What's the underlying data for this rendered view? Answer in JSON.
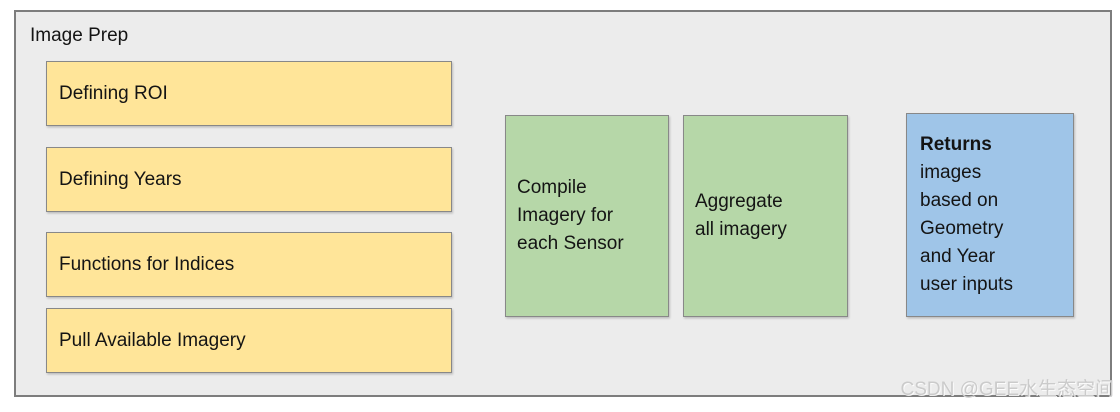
{
  "diagram": {
    "title": "Image Prep",
    "steps": [
      {
        "label": "Defining ROI"
      },
      {
        "label": "Defining Years"
      },
      {
        "label": "Functions for Indices"
      },
      {
        "label": "Pull Available Imagery"
      }
    ],
    "process": [
      {
        "lines": [
          "Compile",
          "Imagery for",
          "each Sensor"
        ]
      },
      {
        "lines": [
          "Aggregate",
          "all imagery"
        ]
      }
    ],
    "output": {
      "bold": "Returns",
      "lines": [
        "images",
        "based on",
        "Geometry",
        "and Year",
        "user inputs"
      ]
    },
    "watermark": "CSDN @GEE水生态空间",
    "colors": {
      "step_fill": "#ffe599",
      "process_fill": "#b6d7a8",
      "output_fill": "#9fc5e8",
      "panel_fill": "#ececec",
      "border": "#7d7d7d"
    }
  }
}
